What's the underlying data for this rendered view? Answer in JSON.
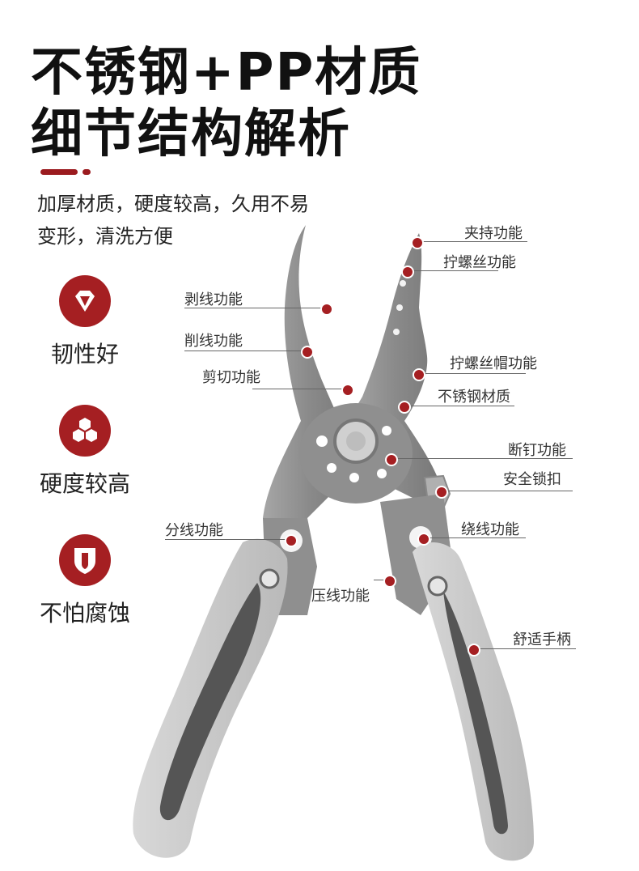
{
  "header": {
    "title_line1": "不锈钢+PP材质",
    "title_line2": "细节结构解析",
    "subtitle_line1": "加厚材质，硬度较高，久用不易",
    "subtitle_line2": "变形，清洗方便",
    "accent_color": "#9b1b1f"
  },
  "features": [
    {
      "icon": "diamond-icon",
      "label": "韧性好"
    },
    {
      "icon": "hexagon-cluster-icon",
      "label": "硬度较高"
    },
    {
      "icon": "shield-icon",
      "label": "不怕腐蚀"
    }
  ],
  "callouts": {
    "left": [
      "剥线功能",
      "削线功能",
      "剪切功能",
      "分线功能",
      "压线功能"
    ],
    "right": [
      "夹持功能",
      "拧螺丝功能",
      "拧螺丝帽功能",
      "不锈钢材质",
      "断钉功能",
      "安全锁扣",
      "绕线功能",
      "舒适手柄"
    ]
  },
  "colors": {
    "brand_red": "#a51f22",
    "steel": "#8e8e8e",
    "handle_grey": "#c9c9c9",
    "handle_dark": "#555555"
  }
}
